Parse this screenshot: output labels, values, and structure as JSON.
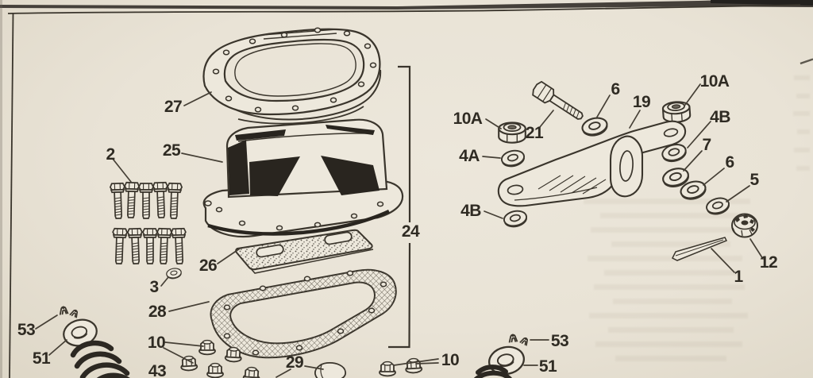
{
  "page": {
    "kind_label": "",
    "paper_color": "#ebe5d8",
    "ink_color": "#3a352c",
    "shade_color": "#29251f"
  },
  "callouts": {
    "c27": {
      "label": "27"
    },
    "c2": {
      "label": "2"
    },
    "c25": {
      "label": "25"
    },
    "c26": {
      "label": "26"
    },
    "c3": {
      "label": "3"
    },
    "c28": {
      "label": "28"
    },
    "c53_left": {
      "label": "53"
    },
    "c51_left": {
      "label": "51"
    },
    "c10_left": {
      "label": "10"
    },
    "c43": {
      "label": "43"
    },
    "c29": {
      "label": "29"
    },
    "c24": {
      "label": "24"
    },
    "c10a_left": {
      "label": "10A"
    },
    "c21": {
      "label": "21"
    },
    "c6_top": {
      "label": "6"
    },
    "c19": {
      "label": "19"
    },
    "c10a_right": {
      "label": "10A"
    },
    "c4a": {
      "label": "4A"
    },
    "c4b_right": {
      "label": "4B"
    },
    "c7": {
      "label": "7"
    },
    "c6_right": {
      "label": "6"
    },
    "c5": {
      "label": "5"
    },
    "c4b_left": {
      "label": "4B"
    },
    "c12": {
      "label": "12"
    },
    "c1": {
      "label": "1"
    },
    "c53_right": {
      "label": "53"
    },
    "c51_right": {
      "label": "51"
    },
    "c10_right": {
      "label": "10"
    }
  }
}
